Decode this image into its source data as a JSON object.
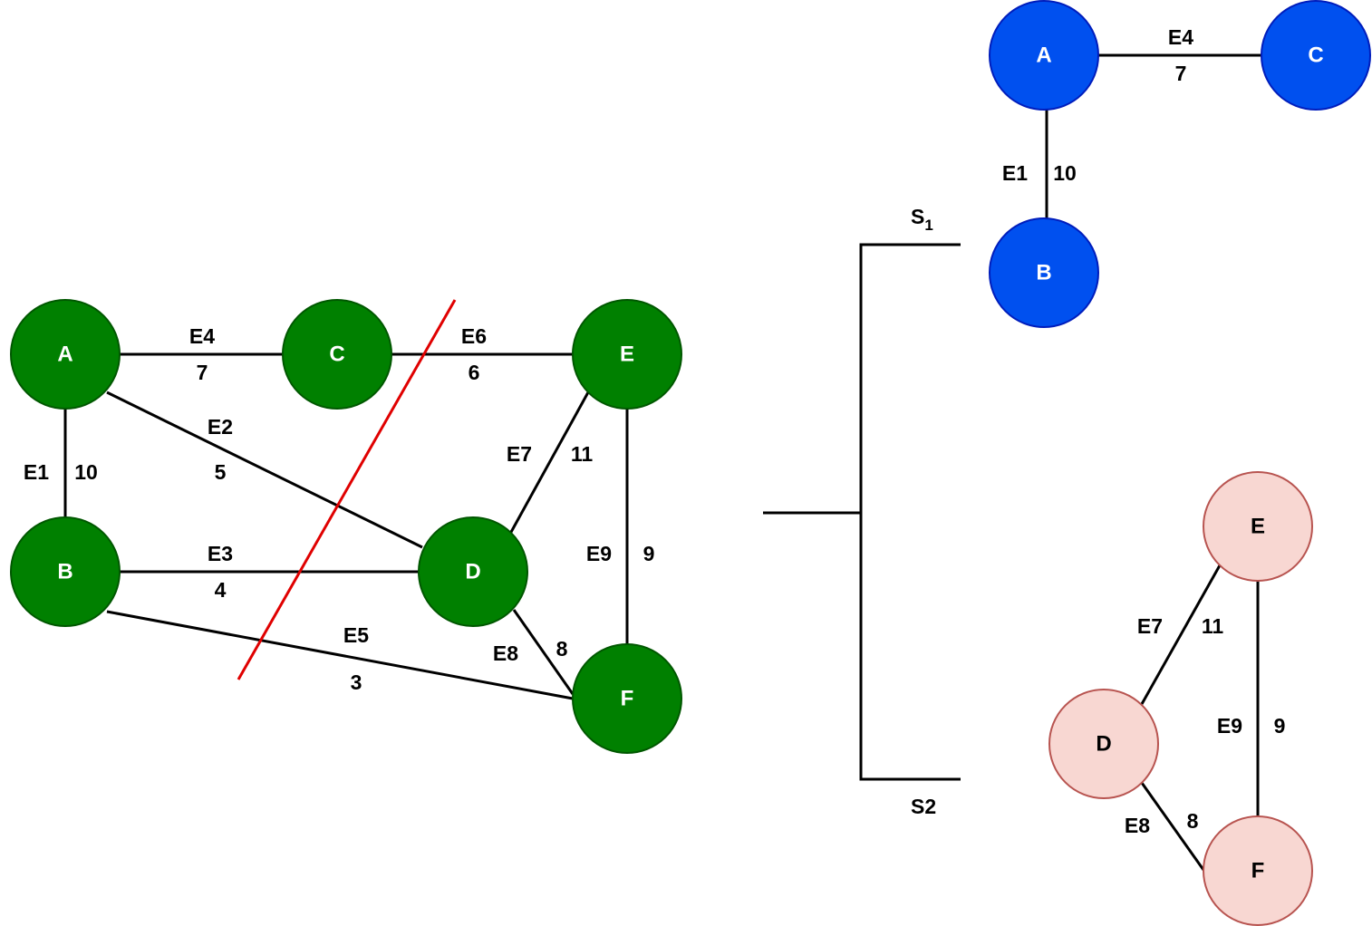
{
  "colors": {
    "main_node_fill": "#008000",
    "main_node_stroke": "#005700",
    "main_node_text": "#ffffff",
    "s1_node_fill": "#0050ef",
    "s1_node_stroke": "#001dbc",
    "s1_node_text": "#ffffff",
    "s2_node_fill": "#f8d7d2",
    "s2_node_stroke": "#b85450",
    "s2_node_text": "#000000",
    "edge": "#000000",
    "cut_line": "#e00000"
  },
  "main_graph": {
    "nodes": [
      {
        "id": "A",
        "label": "A"
      },
      {
        "id": "C",
        "label": "C"
      },
      {
        "id": "E",
        "label": "E"
      },
      {
        "id": "B",
        "label": "B"
      },
      {
        "id": "D",
        "label": "D"
      },
      {
        "id": "F",
        "label": "F"
      }
    ],
    "edges": [
      {
        "id": "E1",
        "label": "E1",
        "weight": "10",
        "from": "A",
        "to": "B"
      },
      {
        "id": "E2",
        "label": "E2",
        "weight": "5",
        "from": "A",
        "to": "D"
      },
      {
        "id": "E3",
        "label": "E3",
        "weight": "4",
        "from": "B",
        "to": "D"
      },
      {
        "id": "E4",
        "label": "E4",
        "weight": "7",
        "from": "A",
        "to": "C"
      },
      {
        "id": "E5",
        "label": "E5",
        "weight": "3",
        "from": "B",
        "to": "F"
      },
      {
        "id": "E6",
        "label": "E6",
        "weight": "6",
        "from": "C",
        "to": "E"
      },
      {
        "id": "E7",
        "label": "E7",
        "weight": "11",
        "from": "D",
        "to": "E"
      },
      {
        "id": "E8",
        "label": "E8",
        "weight": "8",
        "from": "D",
        "to": "F"
      },
      {
        "id": "E9",
        "label": "E9",
        "weight": "9",
        "from": "E",
        "to": "F"
      }
    ]
  },
  "bracket": {
    "top_label_main": "S",
    "top_label_sub": "1",
    "bottom_label": "S2"
  },
  "s1_graph": {
    "nodes": [
      {
        "id": "A",
        "label": "A"
      },
      {
        "id": "C",
        "label": "C"
      },
      {
        "id": "B",
        "label": "B"
      }
    ],
    "edges": [
      {
        "id": "E4",
        "label": "E4",
        "weight": "7",
        "from": "A",
        "to": "C"
      },
      {
        "id": "E1",
        "label": "E1",
        "weight": "10",
        "from": "A",
        "to": "B"
      }
    ]
  },
  "s2_graph": {
    "nodes": [
      {
        "id": "E",
        "label": "E"
      },
      {
        "id": "D",
        "label": "D"
      },
      {
        "id": "F",
        "label": "F"
      }
    ],
    "edges": [
      {
        "id": "E7",
        "label": "E7",
        "weight": "11",
        "from": "D",
        "to": "E"
      },
      {
        "id": "E9",
        "label": "E9",
        "weight": "9",
        "from": "E",
        "to": "F"
      },
      {
        "id": "E8",
        "label": "E8",
        "weight": "8",
        "from": "D",
        "to": "F"
      }
    ]
  }
}
